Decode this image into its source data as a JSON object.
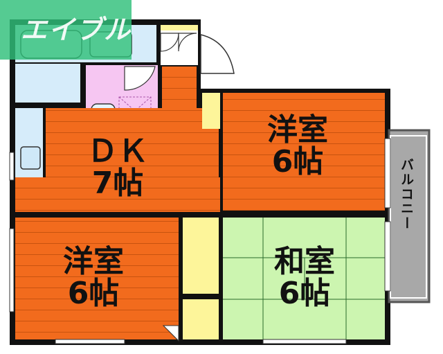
{
  "logo": {
    "text": "エイブル",
    "color": "#2fc07a"
  },
  "rooms": {
    "dk": {
      "name": "ＤＫ",
      "size": "7帖"
    },
    "western1": {
      "name": "洋室",
      "size": "6帖"
    },
    "western2": {
      "name": "洋室",
      "size": "6帖"
    },
    "japanese": {
      "name": "和室",
      "size": "6帖"
    },
    "balcony": {
      "name": "バルコニー"
    }
  },
  "colors": {
    "floor_orange": "#f26b1d",
    "floor_line": "#c8530f",
    "tatami": "#ccf5b0",
    "bath": "#f6c6f2",
    "wet_area": "#d6ecfa",
    "closet": "#fdf59a",
    "balcony": "#a8a8a8",
    "wall": "#111111"
  }
}
